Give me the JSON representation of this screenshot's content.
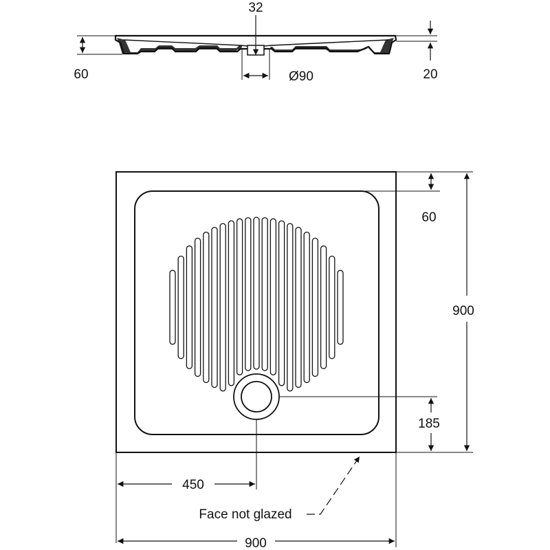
{
  "colors": {
    "line": "#111111",
    "background": "#ffffff"
  },
  "side_view": {
    "dim_drain_offset": "32",
    "dim_height": "60",
    "dim_drain_diameter": "Ø90",
    "dim_rim": "20"
  },
  "plan_view": {
    "dim_border": "60",
    "dim_depth": "900",
    "dim_drain_from_edge": "185",
    "dim_drain_center": "450",
    "dim_width": "900",
    "note": "Face not glazed"
  }
}
